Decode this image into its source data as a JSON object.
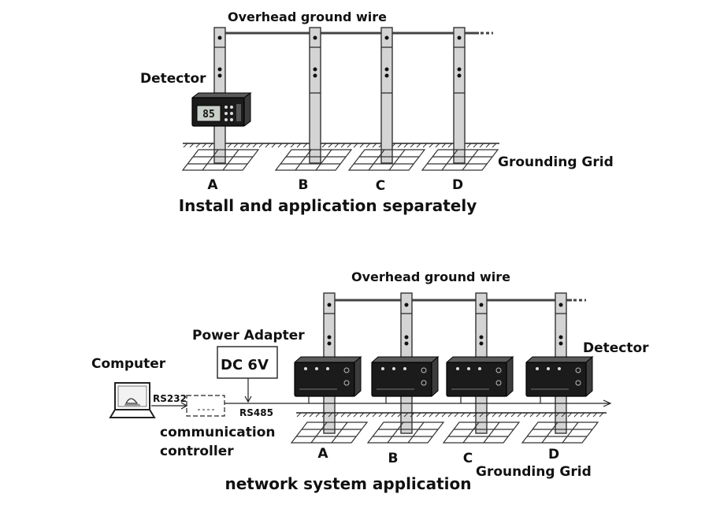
{
  "top_section": {
    "wire_label": "Overhead ground wire",
    "detector_label": "Detector",
    "display_reading": "85",
    "grounding_label": "Grounding Grid",
    "points": [
      "A",
      "B",
      "C",
      "D"
    ],
    "caption": "Install and application separately"
  },
  "bottom_section": {
    "wire_label": "Overhead ground wire",
    "power_adapter_label": "Power Adapter",
    "dc_label": "DC 6V",
    "computer_label": "Computer",
    "rs232_label": "RS232",
    "rs485_label": "RS485",
    "controller_label_line1": "communication",
    "controller_label_line2": "controller",
    "detector_label": "Detector",
    "grounding_label": "Grounding Grid",
    "points": [
      "A",
      "B",
      "C",
      "D"
    ],
    "caption": "network system application"
  }
}
